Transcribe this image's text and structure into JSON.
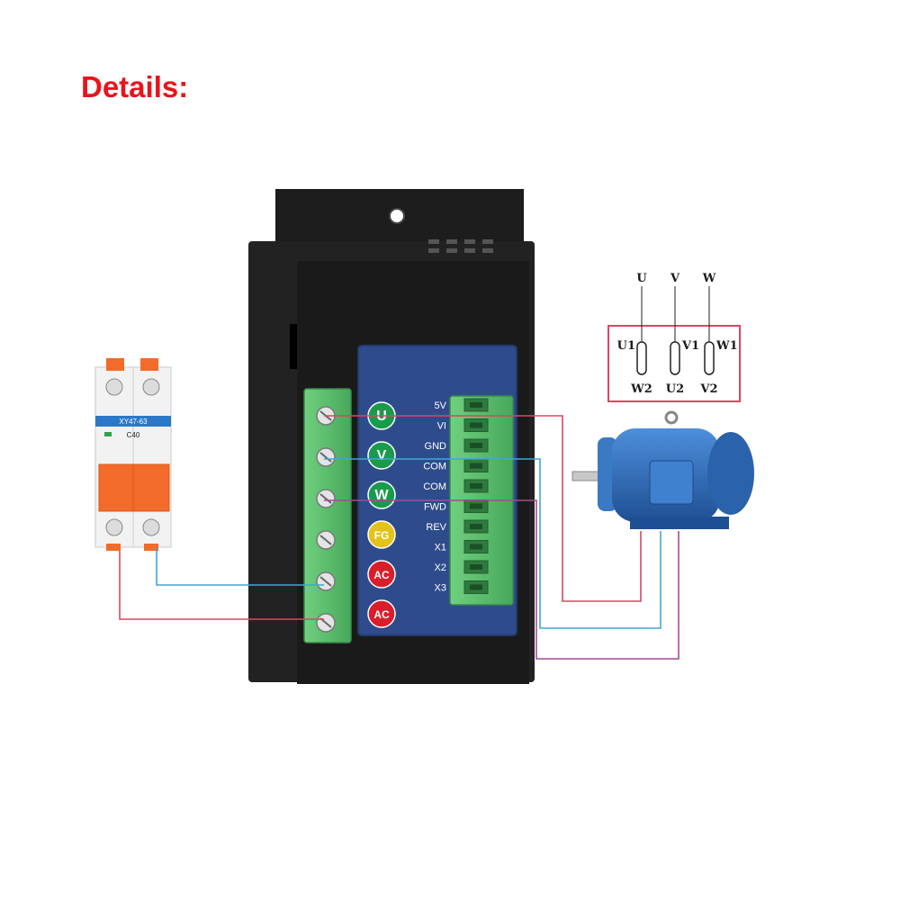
{
  "header": {
    "title": "Details:"
  },
  "colors": {
    "title": "#e8141c",
    "wire_red": "#d9475f",
    "wire_blue": "#3fa6d8",
    "wire_purple": "#a24a9a",
    "terminal_green": "#5cc26f",
    "panel_blue": "#2e4c8c",
    "motor_blue": "#2e6bb8"
  },
  "breaker": {
    "model": "XY47-63",
    "rating": "C40"
  },
  "power_terminals": {
    "badges": [
      {
        "label": "U",
        "color": "#1a9a4a",
        "icon": "u-badge-icon"
      },
      {
        "label": "V",
        "color": "#1a9a4a",
        "icon": "v-badge-icon"
      },
      {
        "label": "W",
        "color": "#1a9a4a",
        "icon": "w-badge-icon"
      },
      {
        "label": "FG",
        "color": "#e3c21a",
        "icon": "ground-icon"
      },
      {
        "label": "AC",
        "color": "#d81e2a",
        "icon": "ac-input-icon"
      },
      {
        "label": "AC",
        "color": "#d81e2a",
        "icon": "ac-input-icon"
      }
    ]
  },
  "signal_terminals": [
    "5V",
    "VI",
    "GND",
    "COM",
    "COM",
    "FWD",
    "REV",
    "X1",
    "X2",
    "X3"
  ],
  "wiring_box": {
    "top": [
      "U",
      "V",
      "W"
    ],
    "mid": [
      "U1",
      "V1",
      "W1"
    ],
    "bottom": [
      "W2",
      "U2",
      "V2"
    ]
  }
}
